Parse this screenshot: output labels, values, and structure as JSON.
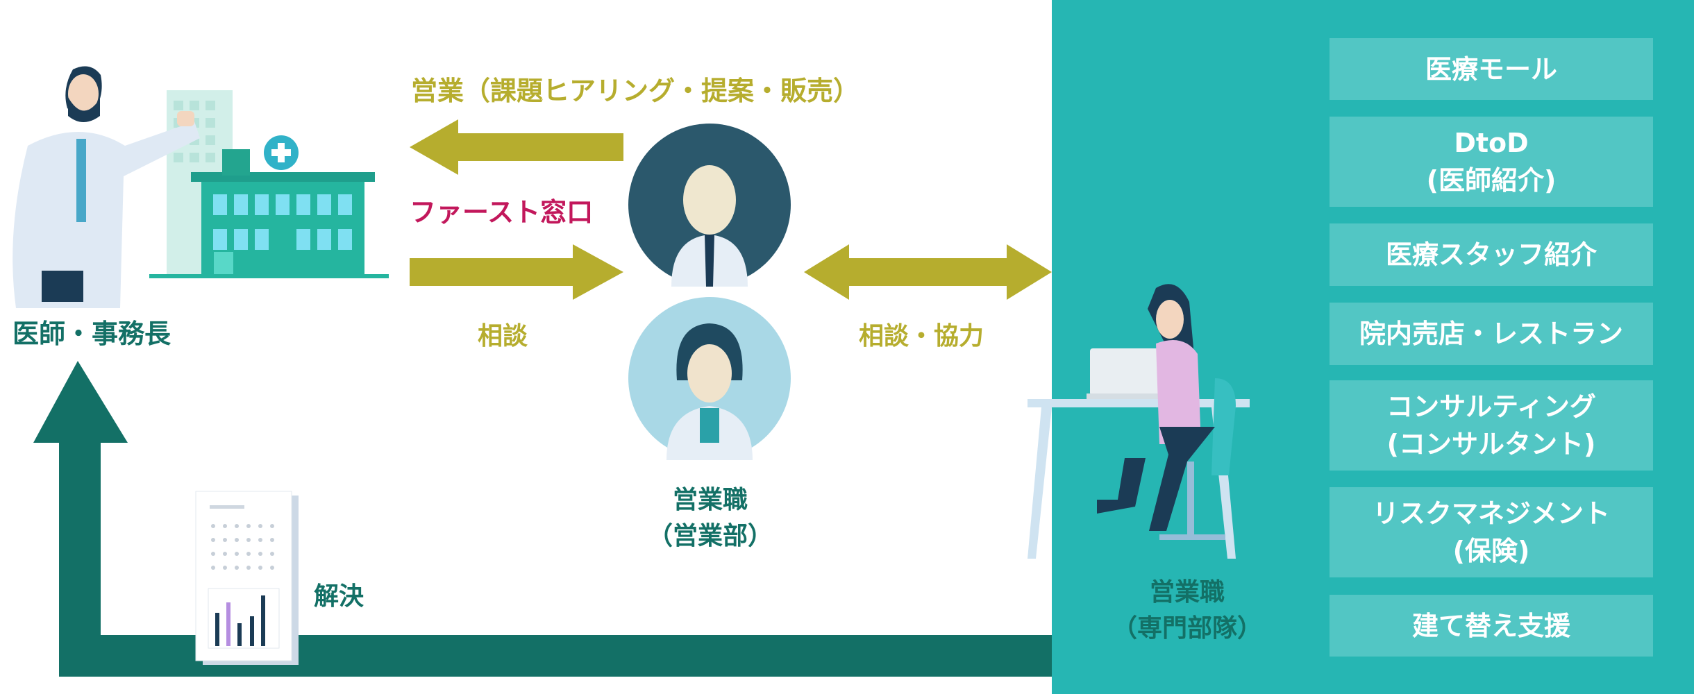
{
  "left_group": {
    "label": "医師・事務長"
  },
  "arrows": {
    "sales_label": "営業（課題ヒアリング・提案・販売）",
    "first_contact_label": "ファースト窓口",
    "consult_label": "相談",
    "consult_cooperate_label": "相談・協力",
    "resolve_label": "解決"
  },
  "center_group": {
    "label_line1": "営業職",
    "label_line2": "（営業部）"
  },
  "right_group": {
    "label_line1": "営業職",
    "label_line2": "（専門部隊）"
  },
  "services": [
    {
      "lines": [
        "医療モール"
      ]
    },
    {
      "lines": [
        "DtoD",
        "(医師紹介)"
      ]
    },
    {
      "lines": [
        "医療スタッフ紹介"
      ]
    },
    {
      "lines": [
        "院内売店・レストラン"
      ]
    },
    {
      "lines": [
        "コンサルティング",
        "(コンサルタント)"
      ]
    },
    {
      "lines": [
        "リスクマネジメント",
        "(保険)"
      ]
    },
    {
      "lines": [
        "建て替え支援"
      ]
    }
  ],
  "colors": {
    "olive": "#b6ad2e",
    "teal_panel": "#26b6b3",
    "service_box": "#52c6c4",
    "dark_teal": "#137066",
    "magenta": "#c2175b"
  }
}
